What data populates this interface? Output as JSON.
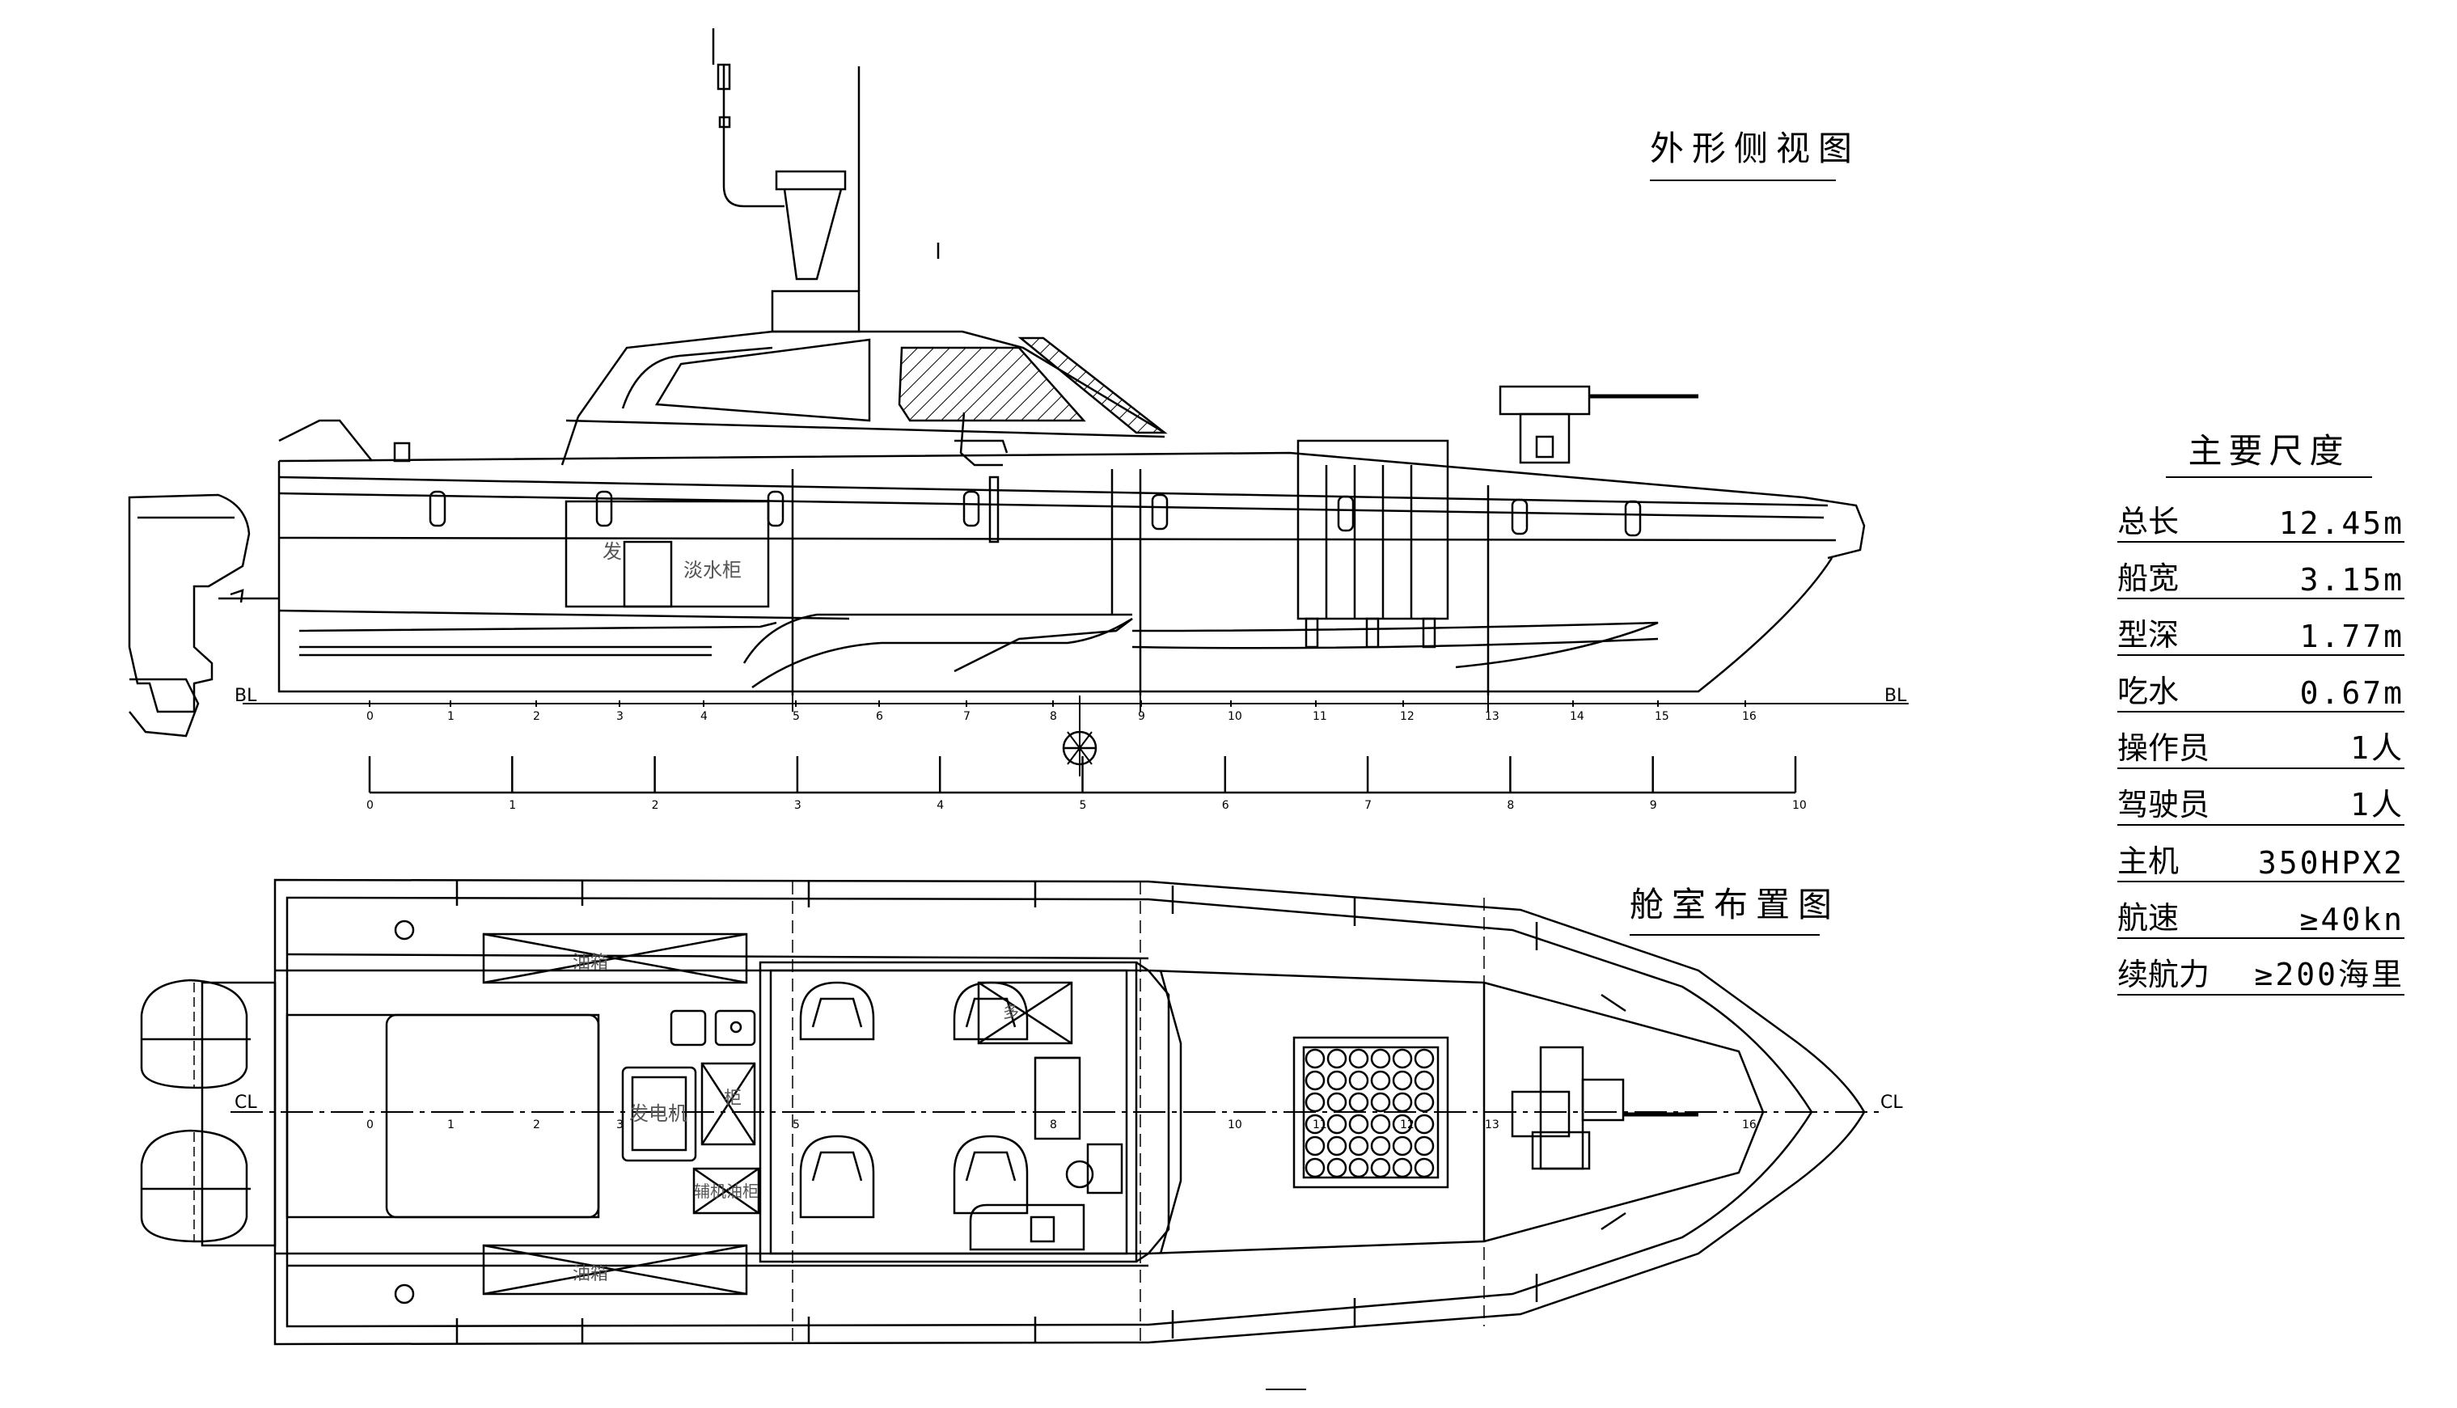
{
  "side_view": {
    "title": "外形侧视图",
    "baseline_label": "BL",
    "station_numbers": [
      "0",
      "1",
      "2",
      "3",
      "4",
      "5",
      "6",
      "7",
      "8",
      "9",
      "10",
      "11",
      "12",
      "13",
      "14",
      "15",
      "16"
    ],
    "scale_numbers": [
      "0",
      "1",
      "2",
      "3",
      "4",
      "5",
      "6",
      "7",
      "8",
      "9",
      "10"
    ],
    "compartment_labels": [
      "发",
      "淡水柜"
    ]
  },
  "plan_view": {
    "title": "舱室布置图",
    "centerline_label": "CL",
    "station_numbers": [
      "0",
      "1",
      "2",
      "3",
      "5",
      "8",
      "10",
      "11",
      "12",
      "13",
      "16"
    ],
    "compartment_labels": {
      "fuel_tank_top": "油箱",
      "fuel_tank_bottom": "油箱",
      "generator": "发电机",
      "cabinet": "柜",
      "aux_oil_tank": "辅机油柜",
      "seat_item": "多"
    }
  },
  "specs": {
    "heading": "主要尺度",
    "rows": [
      {
        "label": "总长",
        "value": "12.45m"
      },
      {
        "label": "船宽",
        "value": "3.15m"
      },
      {
        "label": "型深",
        "value": "1.77m"
      },
      {
        "label": "吃水",
        "value": "0.67m"
      },
      {
        "label": "操作员",
        "value": "1人"
      },
      {
        "label": "驾驶员",
        "value": "1人"
      },
      {
        "label": "主机",
        "value": "350HPX2"
      },
      {
        "label": "航速",
        "value": "≥40kn"
      },
      {
        "label": "续航力",
        "value": "≥200海里"
      }
    ]
  },
  "colors": {
    "line": "#000000",
    "background": "#ffffff"
  }
}
